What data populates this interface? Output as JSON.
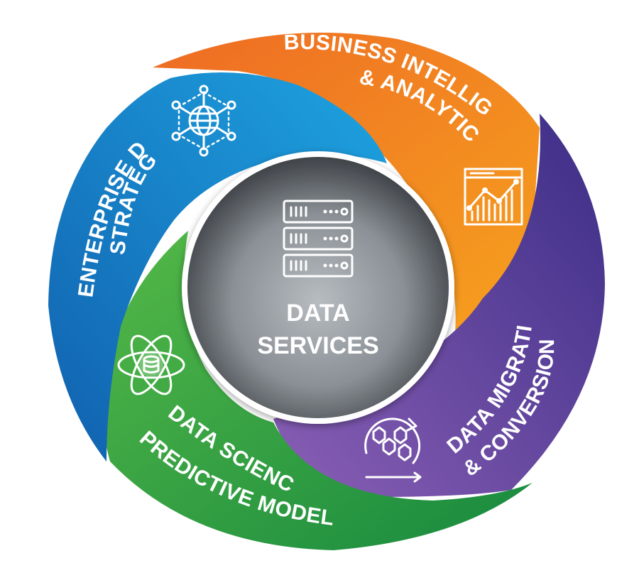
{
  "center": {
    "line1": "DATA",
    "line2": "SERVICES",
    "icon": "server-rack-icon"
  },
  "segments": [
    {
      "id": "bi",
      "line1": "BUSINESS INTELLIGENCE",
      "line2": "& ANALYTICS",
      "icon": "line-chart-icon",
      "color": "#f07a22"
    },
    {
      "id": "migration",
      "line1": "DATA MIGRATION",
      "line2": "& CONVERSION",
      "icon": "molecule-cycle-icon",
      "color": "#6a3f99"
    },
    {
      "id": "science",
      "line1": "DATA SCIENCE /",
      "line2": "PREDICTIVE MODELING",
      "icon": "atom-database-icon",
      "color": "#2f9a3e"
    },
    {
      "id": "strategy",
      "line1": "ENTERPRISE DATA",
      "line2": "STRATEGY",
      "icon": "network-globe-icon",
      "color": "#1478be"
    }
  ],
  "colors": {
    "orange_light": "#f6a21e",
    "orange_dark": "#ee6b24",
    "purple_light": "#8a5fb5",
    "purple_dark": "#3b2d86",
    "green_light": "#55b947",
    "green_dark": "#17893f",
    "blue_light": "#1ea3e0",
    "blue_dark": "#1160ae",
    "center_light": "#b7bcc1",
    "center_dark": "#3f4348"
  }
}
